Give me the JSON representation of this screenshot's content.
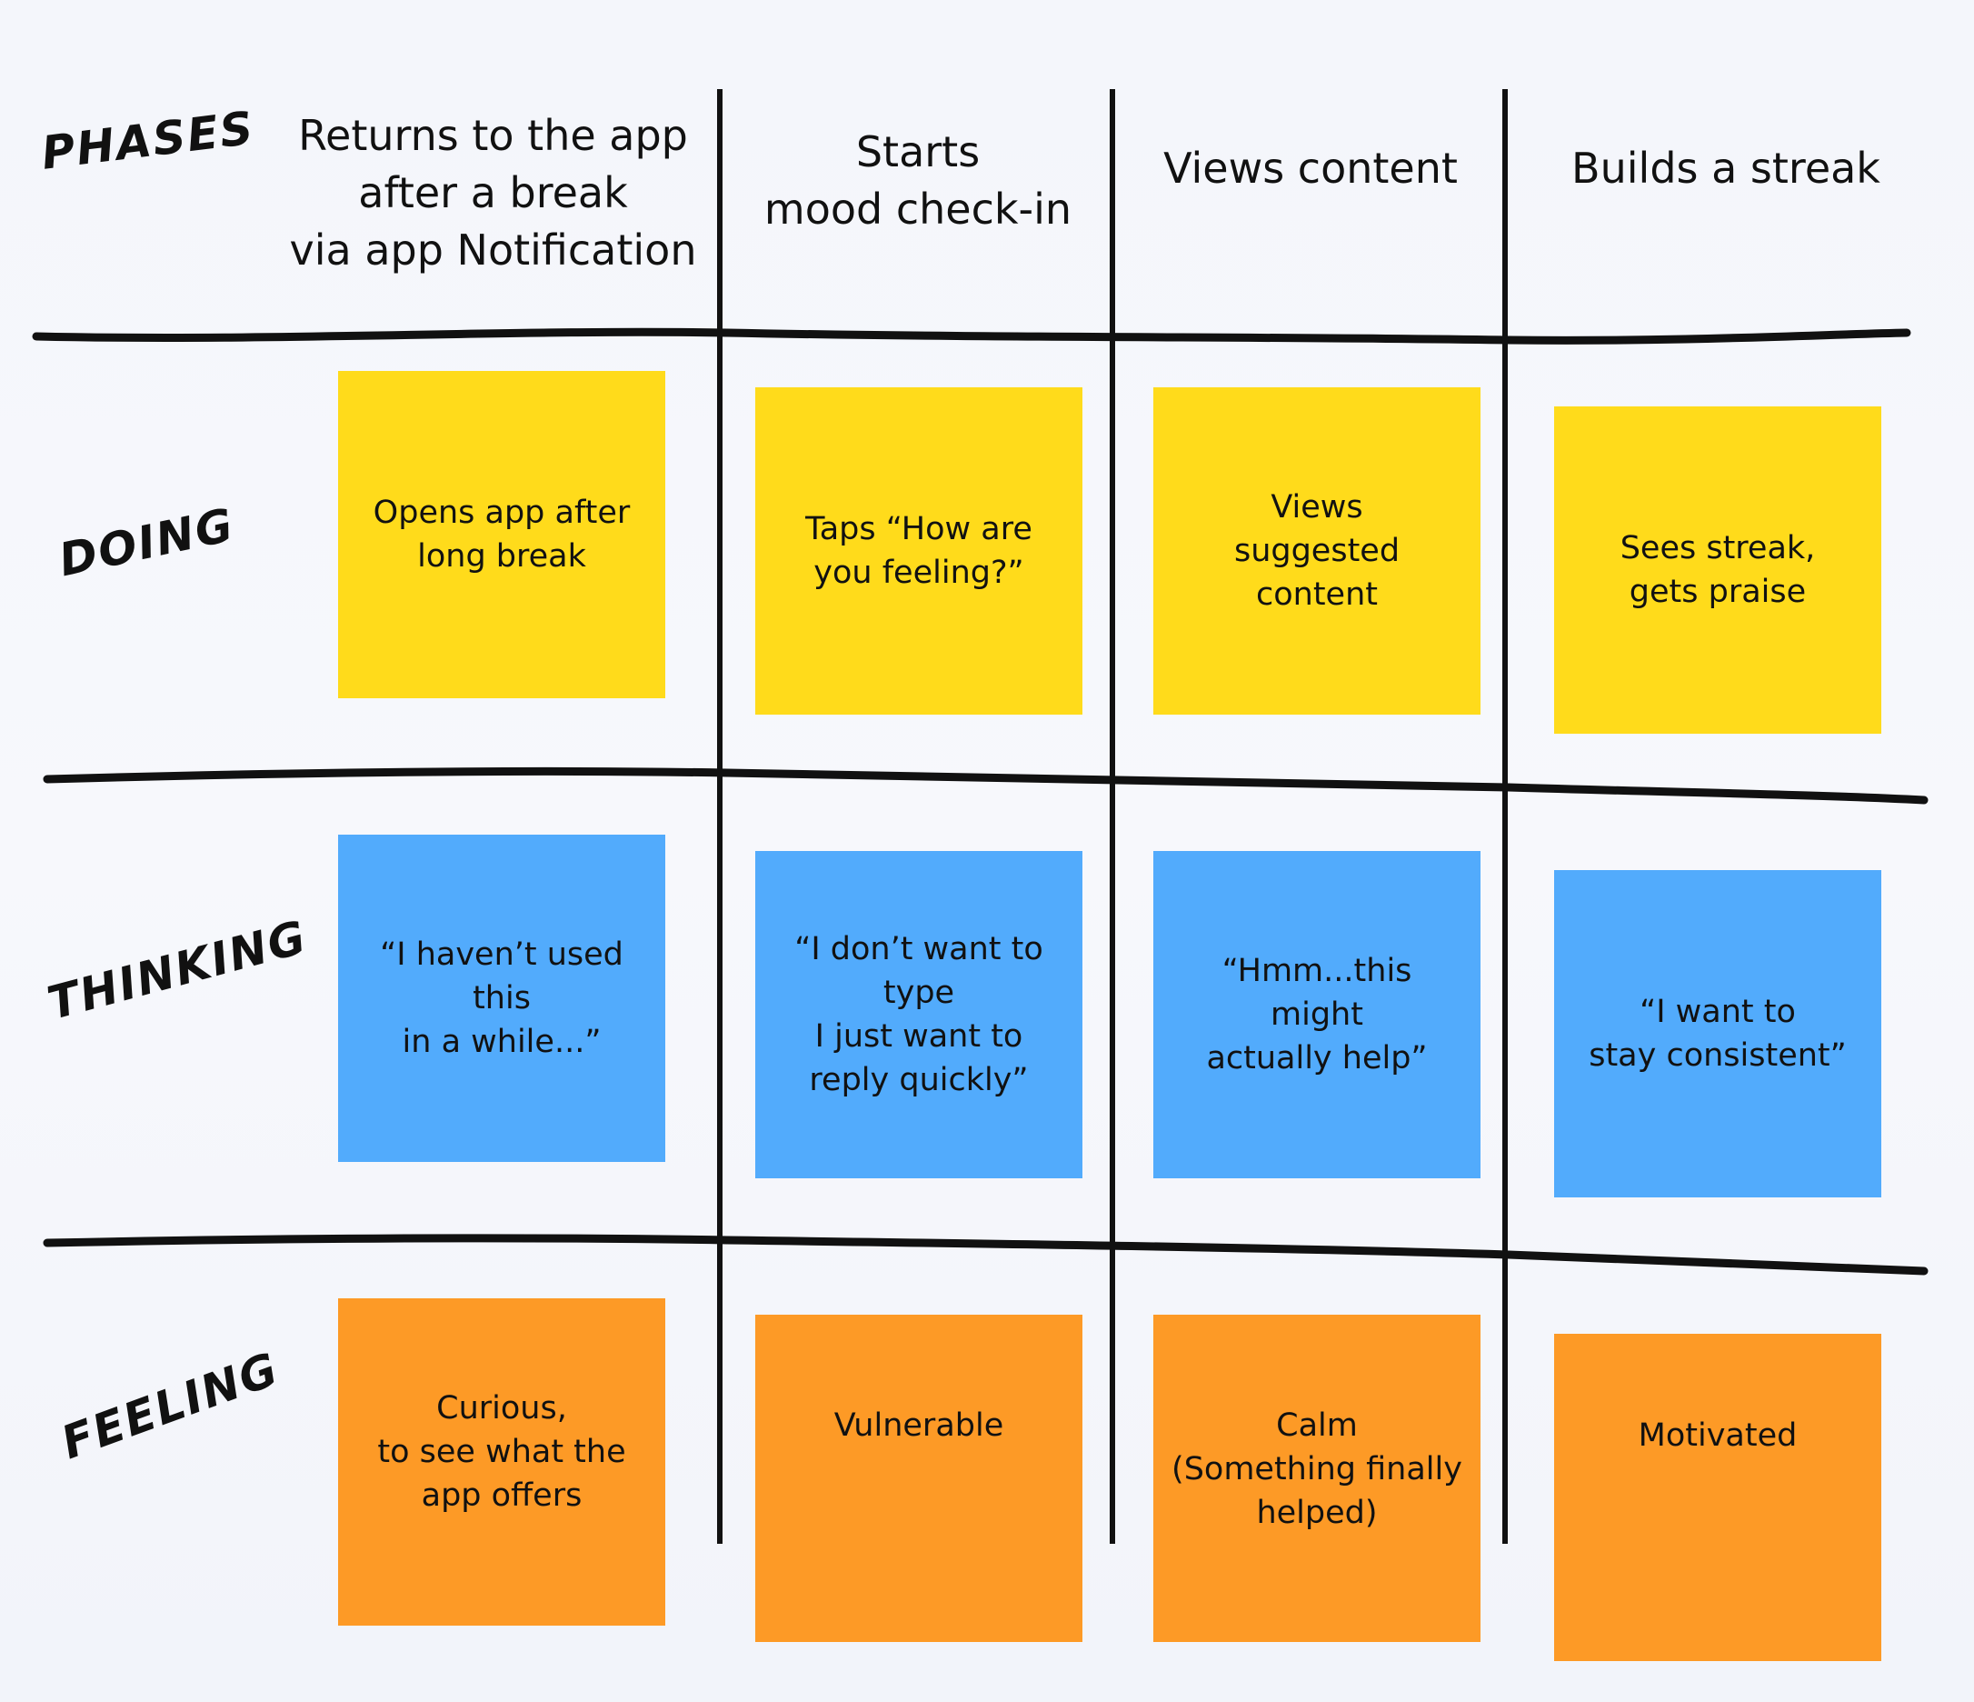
{
  "colors": {
    "doing": "#FFDB1B",
    "thinking": "#52ABFC",
    "feeling": "#FD9A26",
    "ink": "#111111"
  },
  "row_labels": {
    "phases": "PHASES",
    "doing": "DOING",
    "thinking": "THINKING",
    "feeling": "FEELING"
  },
  "phases": [
    {
      "lines": [
        "Returns to the app",
        "after a break",
        "via app Notification"
      ]
    },
    {
      "lines": [
        "Starts",
        "mood check-in"
      ]
    },
    {
      "lines": [
        "Views content"
      ]
    },
    {
      "lines": [
        "Builds a streak"
      ]
    }
  ],
  "doing": [
    {
      "lines": [
        "Opens app after",
        "long break"
      ]
    },
    {
      "lines": [
        "Taps “How are",
        "you feeling?”"
      ]
    },
    {
      "lines": [
        "Views",
        "suggested content"
      ]
    },
    {
      "lines": [
        "Sees streak,",
        "gets praise"
      ]
    }
  ],
  "thinking": [
    {
      "lines": [
        "“I haven’t used this",
        "in a while...”"
      ]
    },
    {
      "lines": [
        "“I don’t want to type",
        "I just want to",
        "reply quickly”"
      ]
    },
    {
      "lines": [
        "“Hmm...this might",
        "actually help”"
      ]
    },
    {
      "lines": [
        "“I want to",
        "stay consistent”"
      ]
    }
  ],
  "feeling": [
    {
      "lines": [
        "Curious,",
        "to see what the",
        "app offers"
      ]
    },
    {
      "lines": [
        "Vulnerable"
      ]
    },
    {
      "lines": [
        "Calm",
        "(Something finally",
        "helped)"
      ]
    },
    {
      "lines": [
        "Motivated"
      ]
    }
  ]
}
